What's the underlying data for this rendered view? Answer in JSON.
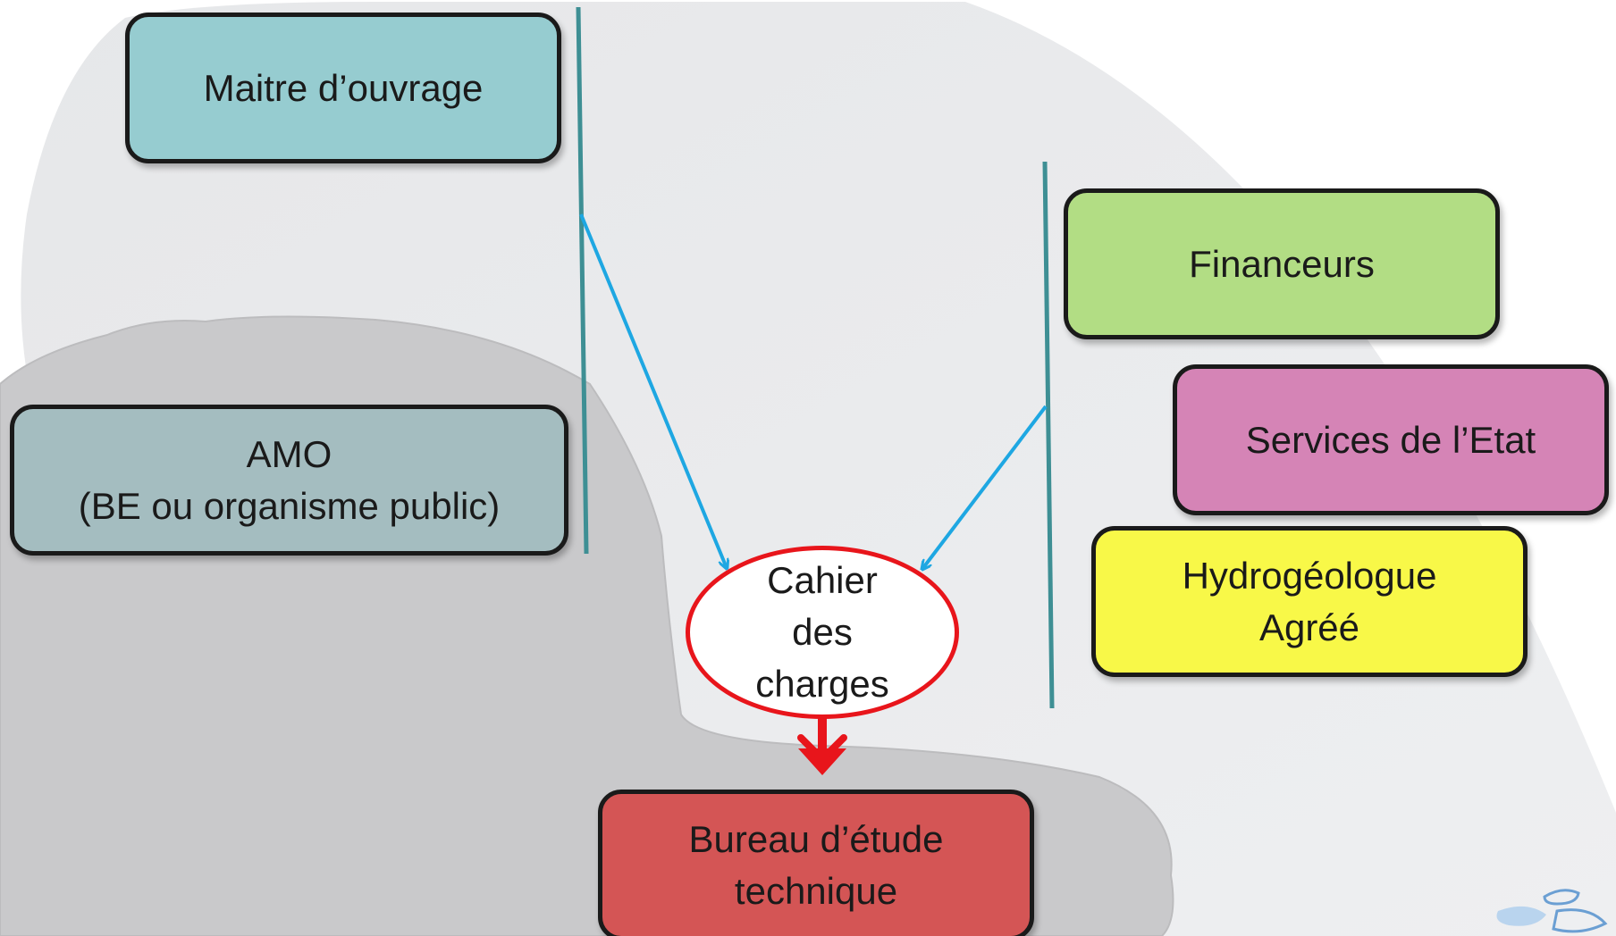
{
  "colors": {
    "maitre": "#96ccd0",
    "amo": "#a4bdc0",
    "financeurs": "#b2dd84",
    "services": "#d584b6",
    "hydro": "#f8f848",
    "bureau": "#d45555",
    "cahier_border": "#e8151b",
    "divider": "#3e8f94",
    "arrow_blue": "#1ea7e2",
    "arrow_red": "#e8151b"
  },
  "boxes": {
    "maitre": {
      "lines": [
        "Maitre d’ouvrage"
      ]
    },
    "amo": {
      "lines": [
        "AMO",
        "(BE ou organisme public)"
      ]
    },
    "financeurs": {
      "lines": [
        "Financeurs"
      ]
    },
    "services": {
      "lines": [
        "Services de l’Etat"
      ]
    },
    "hydro": {
      "lines": [
        "Hydrogéologue",
        "Agréé"
      ]
    },
    "bureau": {
      "lines": [
        "Bureau d’étude",
        "technique"
      ]
    }
  },
  "cahier": {
    "lines": [
      "Cahier",
      "des",
      "charges"
    ]
  },
  "connections": [
    {
      "from": "maitre-side-divider",
      "to": "cahier",
      "style": "blue-arrow"
    },
    {
      "from": "partners-side-divider",
      "to": "cahier",
      "style": "blue-arrow"
    },
    {
      "from": "cahier",
      "to": "bureau",
      "style": "red-arrow"
    }
  ]
}
